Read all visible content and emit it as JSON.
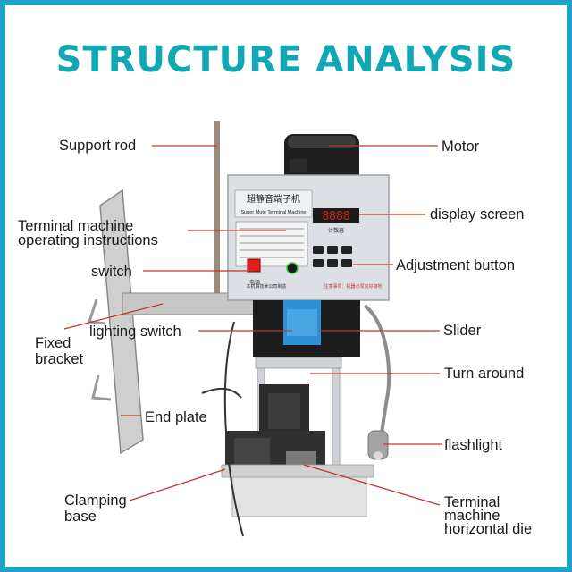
{
  "title": "STRUCTURE ANALYSIS",
  "machine": {
    "name_cn": "超静音端子机",
    "name_en": "Super Mute Terminal Machine",
    "display_digits": "8888",
    "counter_label_cn": "计数器",
    "power_label_cn": "电源",
    "warning_cn": "注意事项：机器必须良好接地",
    "manufacturer_cn": "本机由技术公司制造"
  },
  "labels": {
    "support_rod": "Support rod",
    "motor": "Motor",
    "operating_instructions": [
      "Terminal machine",
      "operating instructions"
    ],
    "display_screen": "display screen",
    "switch": "switch",
    "adjustment_button": "Adjustment button",
    "fixed_bracket": [
      "Fixed",
      "bracket"
    ],
    "lighting_switch": "lighting switch",
    "slider": "Slider",
    "turn_around": "Turn around",
    "end_plate": "End plate",
    "flashlight": "flashlight",
    "clamping_base": [
      "Clamping",
      "base"
    ],
    "horizontal_die": [
      "Terminal",
      "machine",
      "horizontal die"
    ]
  },
  "colors": {
    "frame": "#1aa4c3",
    "title": "#11a7b5",
    "leader_line": "#c0392b",
    "machine_body": "#dcdfe3",
    "slider_blue": "#2d8fd6",
    "display_red": "#e0201a"
  }
}
